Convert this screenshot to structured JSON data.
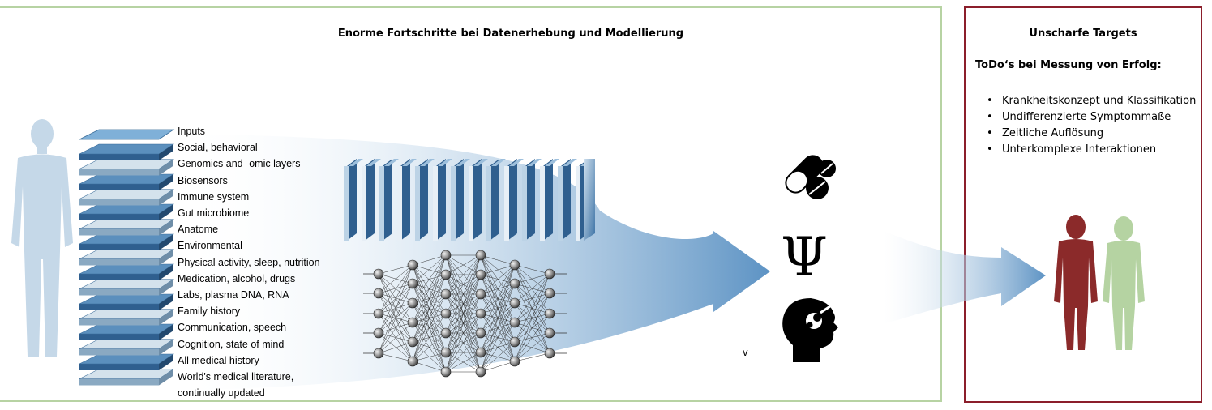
{
  "left_panel": {
    "title": "Enorme Fortschritte bei Datenerhebung und Modellierung",
    "inputs": [
      "Inputs",
      "Social, behavioral",
      "Genomics and -omic layers",
      "Biosensors",
      "Immune system",
      "Gut microbiome",
      "Anatome",
      "Environmental",
      "Physical activity, sleep, nutrition",
      "Medication, alcohol, drugs",
      "Labs, plasma DNA, RNA",
      "Family history",
      "Communication, speech",
      "Cognition, state of mind",
      "All medical history",
      "World's medical literature,",
      "continually updated"
    ],
    "stray_mark": "v",
    "psi_symbol": "Ψ"
  },
  "right_panel": {
    "title": "Unscharfe Targets",
    "todo_heading": "ToDo‘s bei Messung von Erfolg:",
    "todo_items": [
      "Krankheitskonzept und Klassifikation",
      "Undifferenzierte Symptommaße",
      "Zeitliche Auflösung",
      "Unterkomplexe Interaktionen"
    ]
  },
  "colors": {
    "left_border": "#b7d3a3",
    "right_border": "#8b1e2b",
    "human_silhouette": "#c5d8e8",
    "layer_blue": "#5b8fbd",
    "flow_blue": "#6a9fcb",
    "figure_red": "#8b2a2a",
    "figure_green": "#b5d3a2"
  },
  "icons": [
    "human-silhouette-icon",
    "pill-capsule-icon",
    "psi-icon",
    "head-brain-icon",
    "red-figure-icon",
    "green-figure-icon"
  ]
}
